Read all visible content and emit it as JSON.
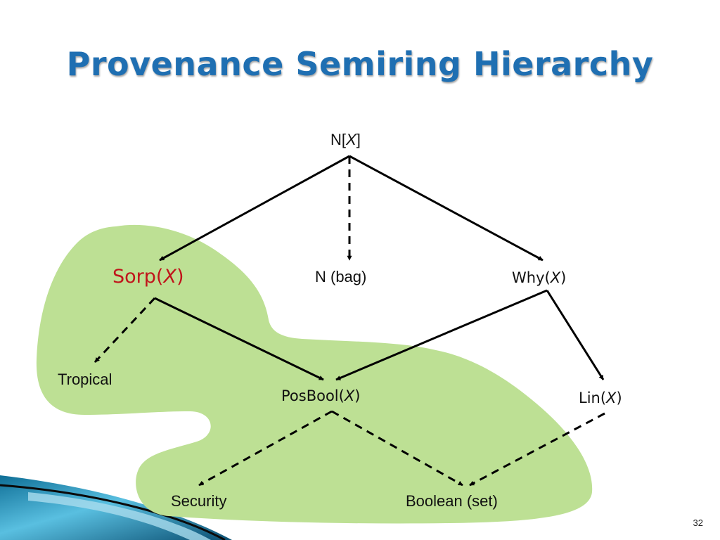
{
  "title": "Provenance Semiring Hierarchy",
  "nodes": {
    "nx": {
      "base": "N[",
      "var": "X",
      "close": "]"
    },
    "sorp": {
      "base": "Sorp(",
      "var": "X",
      "close": ")"
    },
    "nbag": {
      "text": "N (bag)"
    },
    "why": {
      "base": "Why(",
      "var": "X",
      "close": ")"
    },
    "tropical": {
      "text": "Tropical"
    },
    "posbool": {
      "base": "PosBool(",
      "var": "X",
      "close": ")"
    },
    "lin": {
      "base": "Lin(",
      "var": "X",
      "close": ")"
    },
    "security": {
      "text": "Security"
    },
    "boolean": {
      "text": "Boolean (set)"
    }
  },
  "edges": [
    {
      "from": "nx",
      "to": "sorp",
      "style": "solid"
    },
    {
      "from": "nx",
      "to": "nbag",
      "style": "dashed"
    },
    {
      "from": "nx",
      "to": "why",
      "style": "solid"
    },
    {
      "from": "sorp",
      "to": "tropical",
      "style": "dashed"
    },
    {
      "from": "sorp",
      "to": "posbool",
      "style": "solid"
    },
    {
      "from": "why",
      "to": "posbool",
      "style": "solid"
    },
    {
      "from": "why",
      "to": "lin",
      "style": "solid"
    },
    {
      "from": "posbool",
      "to": "security",
      "style": "dashed"
    },
    {
      "from": "posbool",
      "to": "boolean",
      "style": "dashed"
    },
    {
      "from": "lin",
      "to": "boolean",
      "style": "dashed"
    }
  ],
  "colors": {
    "title": "#1f6fb2",
    "highlight_region": "#bde094",
    "highlight_text": "#c0141b",
    "edge": "#000000"
  },
  "page_number": "32"
}
